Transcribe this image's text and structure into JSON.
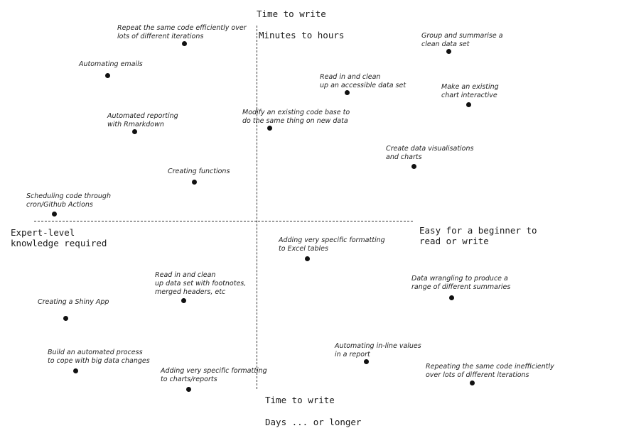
{
  "axes": {
    "top_label": "Time to write",
    "top_sublabel": "Minutes to hours",
    "bottom_label": "Time to write",
    "bottom_sublabel": "Days ... or longer",
    "left_label": "Expert-level\nknowledge required",
    "right_label": "Easy for a beginner to\nread or write"
  },
  "points": [
    {
      "label": "Repeat the same code efficiently over\nlots of different iterations"
    },
    {
      "label": "Automating emails"
    },
    {
      "label": "Automated reporting\nwith Rmarkdown"
    },
    {
      "label": "Creating functions"
    },
    {
      "label": "Scheduling code through\ncron/Github Actions"
    },
    {
      "label": "Modify an existing code base to\ndo the same thing on new data"
    },
    {
      "label": "Read in and clean\nup an accessible data set"
    },
    {
      "label": "Group and summarise a\nclean data set"
    },
    {
      "label": "Make an existing\nchart interactive"
    },
    {
      "label": "Create data visualisations\nand charts"
    },
    {
      "label": "Adding very specific formatting\nto Excel tables"
    },
    {
      "label": "Read in and clean\nup data set with footnotes,\nmerged headers, etc"
    },
    {
      "label": "Creating a Shiny App"
    },
    {
      "label": "Build an automated process\nto cope with big data changes"
    },
    {
      "label": "Adding very specific formatting\nto charts/reports"
    },
    {
      "label": "Data wrangling to produce a\nrange of different summaries"
    },
    {
      "label": "Automating in-line values\nin a report"
    },
    {
      "label": "Repeating the same code inefficiently\nover lots of different iterations"
    }
  ]
}
